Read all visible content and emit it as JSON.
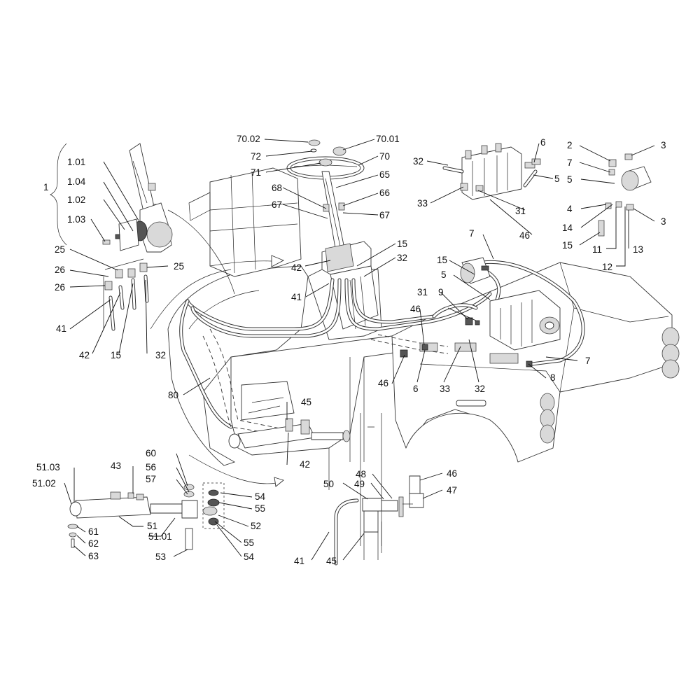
{
  "diagram": {
    "labels": [
      {
        "id": "l1",
        "text": "1"
      },
      {
        "id": "l101",
        "text": "1.01"
      },
      {
        "id": "l104",
        "text": "1.04"
      },
      {
        "id": "l102",
        "text": "1.02"
      },
      {
        "id": "l103",
        "text": "1.03"
      },
      {
        "id": "l25a",
        "text": "25"
      },
      {
        "id": "l25b",
        "text": "25"
      },
      {
        "id": "l26a",
        "text": "26"
      },
      {
        "id": "l26b",
        "text": "26"
      },
      {
        "id": "l41a",
        "text": "41"
      },
      {
        "id": "l42a",
        "text": "42"
      },
      {
        "id": "l15a",
        "text": "15"
      },
      {
        "id": "l32a",
        "text": "32"
      },
      {
        "id": "l7002",
        "text": "70.02"
      },
      {
        "id": "l7001",
        "text": "70.01"
      },
      {
        "id": "l72",
        "text": "72"
      },
      {
        "id": "l70",
        "text": "70"
      },
      {
        "id": "l71",
        "text": "71"
      },
      {
        "id": "l65",
        "text": "65"
      },
      {
        "id": "l68",
        "text": "68"
      },
      {
        "id": "l66",
        "text": "66"
      },
      {
        "id": "l67a",
        "text": "67"
      },
      {
        "id": "l67b",
        "text": "67"
      },
      {
        "id": "l15b",
        "text": "15"
      },
      {
        "id": "l42b",
        "text": "42"
      },
      {
        "id": "l32b",
        "text": "32"
      },
      {
        "id": "l41b",
        "text": "41"
      },
      {
        "id": "l32c",
        "text": "32"
      },
      {
        "id": "l33a",
        "text": "33"
      },
      {
        "id": "l6a",
        "text": "6"
      },
      {
        "id": "l5a",
        "text": "5"
      },
      {
        "id": "l31a",
        "text": "31"
      },
      {
        "id": "l46a",
        "text": "46"
      },
      {
        "id": "l2",
        "text": "2"
      },
      {
        "id": "l3a",
        "text": "3"
      },
      {
        "id": "l7a",
        "text": "7"
      },
      {
        "id": "l5b",
        "text": "5"
      },
      {
        "id": "l4",
        "text": "4"
      },
      {
        "id": "l14",
        "text": "14"
      },
      {
        "id": "l3b",
        "text": "3"
      },
      {
        "id": "l15c",
        "text": "15"
      },
      {
        "id": "l11",
        "text": "11"
      },
      {
        "id": "l13",
        "text": "13"
      },
      {
        "id": "l12",
        "text": "12"
      },
      {
        "id": "l7b",
        "text": "7"
      },
      {
        "id": "l15d",
        "text": "15"
      },
      {
        "id": "l5c",
        "text": "5"
      },
      {
        "id": "l31b",
        "text": "31"
      },
      {
        "id": "l9",
        "text": "9"
      },
      {
        "id": "l46b",
        "text": "46"
      },
      {
        "id": "l7c",
        "text": "7"
      },
      {
        "id": "l8",
        "text": "8"
      },
      {
        "id": "l46c",
        "text": "46"
      },
      {
        "id": "l6b",
        "text": "6"
      },
      {
        "id": "l33b",
        "text": "33"
      },
      {
        "id": "l32d",
        "text": "32"
      },
      {
        "id": "l80",
        "text": "80"
      },
      {
        "id": "l45a",
        "text": "45"
      },
      {
        "id": "l42c",
        "text": "42"
      },
      {
        "id": "l60",
        "text": "60"
      },
      {
        "id": "l5103",
        "text": "51.03"
      },
      {
        "id": "l43",
        "text": "43"
      },
      {
        "id": "l56",
        "text": "56"
      },
      {
        "id": "l57",
        "text": "57"
      },
      {
        "id": "l5102",
        "text": "51.02"
      },
      {
        "id": "l54a",
        "text": "54"
      },
      {
        "id": "l55a",
        "text": "55"
      },
      {
        "id": "l51",
        "text": "51"
      },
      {
        "id": "l5101",
        "text": "51.01"
      },
      {
        "id": "l52",
        "text": "52"
      },
      {
        "id": "l61",
        "text": "61"
      },
      {
        "id": "l62",
        "text": "62"
      },
      {
        "id": "l63",
        "text": "63"
      },
      {
        "id": "l55b",
        "text": "55"
      },
      {
        "id": "l54b",
        "text": "54"
      },
      {
        "id": "l53",
        "text": "53"
      },
      {
        "id": "l48",
        "text": "48"
      },
      {
        "id": "l50",
        "text": "50"
      },
      {
        "id": "l49",
        "text": "49"
      },
      {
        "id": "l46d",
        "text": "46"
      },
      {
        "id": "l47",
        "text": "47"
      },
      {
        "id": "l41c",
        "text": "41"
      },
      {
        "id": "l45b",
        "text": "45"
      }
    ]
  }
}
